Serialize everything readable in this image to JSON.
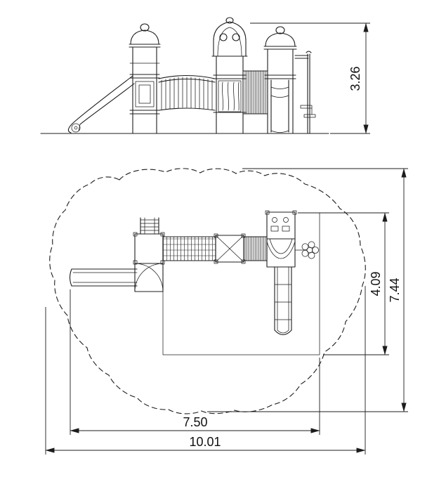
{
  "dimensions": {
    "height": "3.26",
    "inner_depth": "4.09",
    "total_depth": "7.44",
    "inner_width": "7.50",
    "total_width": "10.01"
  },
  "colors": {
    "line": "#1c1c1c",
    "background": "#ffffff"
  }
}
